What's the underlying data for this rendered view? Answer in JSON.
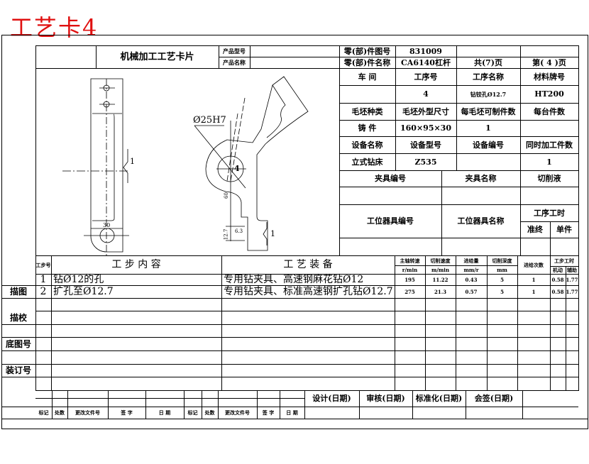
{
  "title": "工艺卡4",
  "header": {
    "card_name": "机械加工工艺卡片",
    "product_model_label": "产品型号",
    "product_name_label": "产品名称",
    "part_drawing_no_label": "零(部)件图号",
    "part_drawing_no": "831009",
    "part_name_label": "零(部)件名称",
    "part_name": "CA6140杠杆",
    "total_pages": "共(7)页",
    "page_no": "第( 4 )页"
  },
  "info": {
    "workshop_label": "车  间",
    "op_no_label": "工序号",
    "op_name_label": "工序名称",
    "material_label": "材料牌号",
    "op_no": "4",
    "op_name": "钻铰孔Ø12.7",
    "material": "HT200",
    "blank_type_label": "毛坯种类",
    "blank_size_label": "毛坯外型尺寸",
    "per_blank_label": "每毛坯可制件数",
    "per_machine_label": "每台件数",
    "blank_type": "铸  件",
    "blank_size": "160×95×30",
    "per_blank": "1",
    "equip_name_label": "设备名称",
    "equip_model_label": "设备型号",
    "equip_no_label": "设备编号",
    "simul_label": "同时加工件数",
    "equip_name": "立式钻床",
    "equip_model": "Z535",
    "simul": "1",
    "fixture_no_label": "夹具编号",
    "fixture_name_label": "夹具名称",
    "coolant_label": "切削液",
    "station_tool_no_label": "工位器具编号",
    "station_tool_name_label": "工位器具名称",
    "op_time_label": "工序工时",
    "prep_label": "准终",
    "unit_label": "单件"
  },
  "drawing": {
    "dim_hole": "Ø25H7",
    "dim_30": "30",
    "dim_60": "60",
    "dim_127": "12.7",
    "rough": "6.3",
    "locator1": "1",
    "locator2": "1",
    "num4": "4"
  },
  "process": {
    "headers": {
      "step": "工步号",
      "content": "工  步  内  容",
      "equipment": "工  艺  装  备",
      "spindle": "主轴转速",
      "spindle_unit": "r/min",
      "speed": "切削速度",
      "speed_unit": "m/min",
      "feed": "进给量",
      "feed_unit": "mm/r",
      "depth": "切削深度",
      "depth_unit": "mm",
      "passes": "进给次数",
      "time": "工步工时",
      "machine": "机动",
      "aux": "辅助"
    },
    "rows": [
      {
        "step": "1",
        "content": "钻Ø12的孔",
        "equipment": "专用钻夹具、高速钢麻花钻Ø12",
        "spindle": "195",
        "speed": "11.22",
        "feed": "0.43",
        "depth": "5",
        "passes": "1",
        "machine": "0.58",
        "aux": "1.77"
      },
      {
        "step": "2",
        "content": "扩孔至Ø12.7",
        "equipment": "专用钻夹具、标准高速钢扩孔钻Ø12.7",
        "spindle": "275",
        "speed": "21.3",
        "feed": "0.57",
        "depth": "5",
        "passes": "1",
        "machine": "0.58",
        "aux": "1.77"
      }
    ]
  },
  "side": {
    "trace": "描图",
    "check": "描校",
    "base_no": "底图号",
    "binding_no": "装订号"
  },
  "footer": {
    "design": "设计(日期)",
    "review": "审核(日期)",
    "standard": "标准化(日期)",
    "countersign": "会签(日期)",
    "mark": "标记",
    "count": "处数",
    "change_doc": "更改文件号",
    "sign": "签  字",
    "date": "日  期"
  }
}
